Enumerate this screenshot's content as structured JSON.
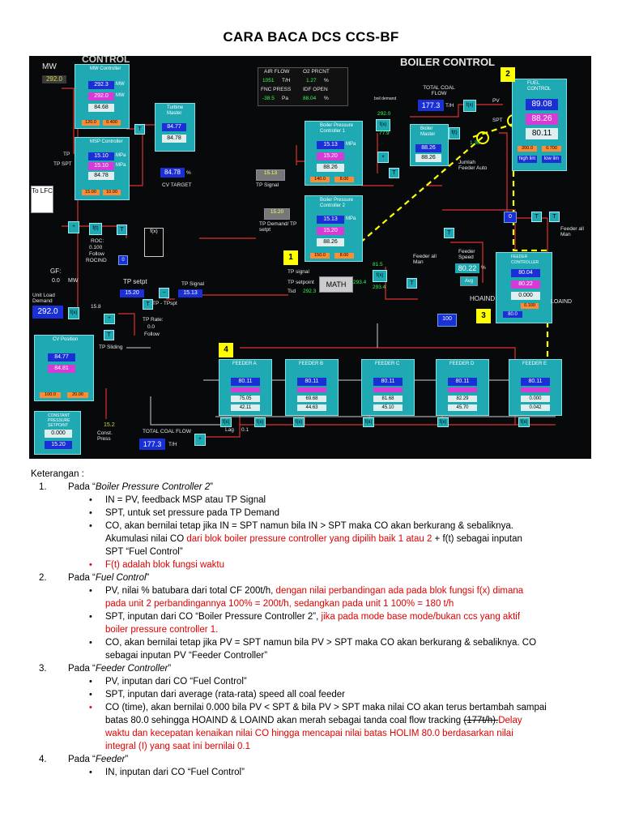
{
  "title": "CARA BACA DCS CCS-BF",
  "screen": {
    "header_left": "CONTROL",
    "header_right": "BOILER CONTROL",
    "mw_label": "MW",
    "mw_value": "292.0",
    "mw_controller": {
      "name": "MW Controller",
      "pv": "292.3",
      "spt": "292.0",
      "co": "84.68",
      "left": "120.0",
      "right": "0.400",
      "unit1": "MW",
      "unit2": "MW"
    },
    "turbine_master": {
      "name": "Turbine Master",
      "v1": "84.77",
      "v2": "84.78"
    },
    "cv_target": {
      "value": "84.78",
      "unit": "%",
      "label": "CV TARGET"
    },
    "msp_controller": {
      "name": "MSP Controller",
      "pv": "15.10",
      "spt": "15.10",
      "co": "84.78",
      "left": "15.00",
      "right": "10.00",
      "unit1": "MPa",
      "unit2": "MPa"
    },
    "tp_label": "TP",
    "tp_spt_label": "TP SPT",
    "to_lfc": "To LFC",
    "roc": {
      "label": "ROC:",
      "value": "0.100",
      "sub1": "Follow",
      "sub2": "ROCIND"
    },
    "gf": {
      "label": "GF:",
      "value": "0.0",
      "unit": "MW"
    },
    "unit_load": {
      "label": "Unit Load Demand",
      "value": "292.0"
    },
    "tp_setpt": {
      "label": "TP setpt",
      "value": "15.20",
      "signal_label": "TP Signal",
      "signal_value": "15.13",
      "diff_label": "TP - TPspt"
    },
    "tp_rate": {
      "label": "TP Rate:",
      "value": "0.0",
      "sub": "Follow"
    },
    "val_15_8": "15.8",
    "tp_sliding": "TP Sliding",
    "cv_position": {
      "name": "CV Position",
      "pv": "84.77",
      "spt": "84.81",
      "left": "100.0",
      "right": "20.00"
    },
    "const_pressure": {
      "name": "CONSTANT PRESSURE SETPOINT",
      "v1": "0.000",
      "v2": "15.20"
    },
    "const_press_label": "Const. Press",
    "val_15_2": "15.2",
    "total_coal_flow_bottom": {
      "label": "TOTAL COAL FLOW",
      "value": "177.3",
      "unit": "T/H"
    },
    "air_flow": {
      "label": "AIR FLOW",
      "value": "1051",
      "unit": "T/H"
    },
    "o2_prcnt": {
      "label": "O2 PRCNT",
      "value": "1.27",
      "unit": "%"
    },
    "fnc_press": {
      "label": "FNC PRESS",
      "value": "-38.5",
      "unit": "Pa"
    },
    "idf_open": {
      "label": "IDF OPEN",
      "value": "88.04",
      "unit": "%"
    },
    "bpc1": {
      "name": "Boiler Pressure Controller 1",
      "pv": "15.13",
      "spt": "15.20",
      "co": "88.26",
      "left": "140.0",
      "right": "8.00",
      "unit": "MPa"
    },
    "bpc2": {
      "name": "Boiler Pressure Controller 2",
      "pv": "15.13",
      "spt": "15.20",
      "co": "88.26",
      "left": "150.0",
      "right": "8.00",
      "unit": "MPa"
    },
    "tp_signal_box": {
      "value": "15.13",
      "label": "TP Signal"
    },
    "tp_demand_box": {
      "value": "15.20",
      "label": "TP Demand/ TP setpt"
    },
    "boiler_demand": {
      "label": "boil demand",
      "v1": "292.0",
      "v2": "77.9"
    },
    "boiler_master": {
      "name": "Boiler Master",
      "v1": "88.26",
      "v2": "88.26"
    },
    "total_coal_flow_top": {
      "label": "TOTAL COAL FLOW",
      "value": "177.3",
      "unit": "T/H"
    },
    "val_1_36": "1.36",
    "jumlah_feeder": "Jumlah Feeder Auto",
    "fuel_control": {
      "name": "FUEL CONTROL",
      "pv": "89.08",
      "spt": "88.26",
      "co": "80.11",
      "left": "200.0",
      "right": "0.700",
      "high": "high lim",
      "low": "low lim"
    },
    "pv_label": "PV",
    "spt_label": "SPT",
    "math": {
      "label": "MATH",
      "tp_signal": "TP signal",
      "tp_setpoint": "TP setpoint",
      "tsd": "Tsd",
      "tsd_value": "292.3",
      "out": "293.4"
    },
    "f_x_block": {
      "v1": "81.5",
      "v2": "293.4"
    },
    "feeder_speed": {
      "label": "Feeder Speed",
      "value": "80.22",
      "unit": "%",
      "avg": "Avg"
    },
    "feeder_all_man_left": "Feeder all Man",
    "feeder_all_man_right": "Feeder all Man",
    "val_0": "0",
    "val_100": "100",
    "feeder_controller": {
      "name": "FEEDER CONTROLLER",
      "pv": "80.04",
      "spt": "80.22",
      "co": "0.000",
      "bottom": "80.0",
      "extra": "0.100",
      "holim": "HOAIND",
      "lolim": "LOAIND"
    },
    "feeders": [
      {
        "name": "FEEDER A",
        "pv": "80.11",
        "v2": "75.05",
        "v3": "42.11"
      },
      {
        "name": "FEEDER B",
        "pv": "80.11",
        "v2": "69.68",
        "v3": "44.63"
      },
      {
        "name": "FEEDER C",
        "pv": "80.11",
        "v2": "81.68",
        "v3": "45.10"
      },
      {
        "name": "FEEDER D",
        "pv": "80.11",
        "v2": "82.29",
        "v3": "45.70"
      },
      {
        "name": "FEEDER E",
        "pv": "80.11",
        "v2": "0.000",
        "v3": "0.042"
      }
    ],
    "lag_label": "Lag",
    "lag_value": "0.1",
    "markers": [
      "1",
      "2",
      "3",
      "4"
    ]
  },
  "notes": {
    "keterangan": "Keterangan :",
    "items": [
      {
        "num": "1.",
        "prefix": "Pada “",
        "name": "Boiler Pressure Controller 2",
        "suffix": "”"
      },
      {
        "num": "2.",
        "prefix": "Pada “",
        "name": "Fuel Control",
        "suffix": "”"
      },
      {
        "num": "3.",
        "prefix": "Pada “",
        "name": "Feeder Controller",
        "suffix": "”"
      },
      {
        "num": "4.",
        "prefix": "Pada “",
        "name": "Feeder",
        "suffix": "”"
      }
    ],
    "b1_1": "IN = PV, feedback MSP atau TP Signal",
    "b1_2": "SPT, untuk set pressure pada TP Demand",
    "b1_3a": "CO, akan bernilai tetap jika IN = SPT namun bila IN > SPT maka CO akan berkurang & sebaliknya.",
    "b1_3b_black": "Akumulasi nilai CO ",
    "b1_3b_red": "dari blok boiler pressure controller yang dipilih baik 1 atau 2",
    "b1_3b_black2": " + f(t) sebagai inputan",
    "b1_3c": "SPT “Fuel Control”",
    "b1_4": "F(t) adalah blok fungsi waktu",
    "b2_1_black": "PV, nilai % batubara dari total CF 200t/h, ",
    "b2_1_red": "dengan nilai perbandingan ada pada blok fungsi f(x) dimana",
    "b2_1_red2": "pada unit 2 perbandingannya 100% = 200t/h, sedangkan pada unit 1 100% = 180 t/h",
    "b2_2_black": "SPT, inputan dari CO “Boiler Pressure  Controller 2”, ",
    "b2_2_red": "jika pada mode base mode/bukan ccs yang aktif",
    "b2_2_red2": "boiler pressure controller 1.",
    "b2_3a": "CO, akan bernilai tetap jika PV = SPT namun bila PV > SPT maka CO akan berkurang & sebaliknya. CO",
    "b2_3b": "sebagai inputan PV “Feeder Controller”",
    "b3_1": "PV, inputan dari CO “Fuel Control”",
    "b3_2": "SPT, inputan dari average (rata-rata) speed all coal feeder",
    "b3_3a": "CO (time), akan bernilai 0.000 bila PV < SPT & bila PV > SPT maka nilai CO akan terus bertambah sampai",
    "b3_3b_black": "batas 80.0 sehingga HOAIND & LOAIND akan merah sebagai tanda coal flow tracking ",
    "b3_3b_strike": "(177t/h).",
    "b3_3b_red": "Delay",
    "b3_3c": "waktu dan kecepatan kenaikan nilai CO hingga mencapai nilai batas HOLIM 80.0 berdasarkan nilai",
    "b3_3d": "integral (I) yang saat ini bernilai 0.1",
    "b4_1": "IN, inputan dari CO “Fuel Control”"
  }
}
